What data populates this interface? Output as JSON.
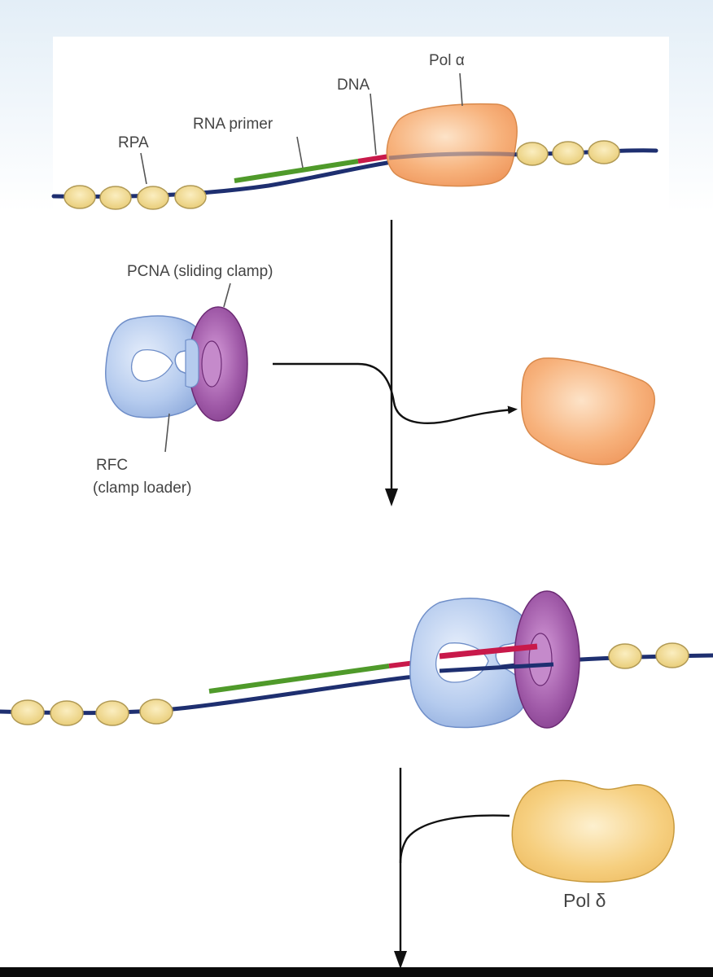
{
  "labels": {
    "rpa": "RPA",
    "rna_primer": "RNA primer",
    "dna": "DNA",
    "pol_alpha": "Pol α",
    "pcna": "PCNA (sliding clamp)",
    "rfc_line1": "RFC",
    "rfc_line2": "(clamp loader)",
    "pol_delta": "Pol δ"
  },
  "colors": {
    "dna_strand": "#1e2f70",
    "rna_primer": "#4f9a2a",
    "dna_segment": "#c8194a",
    "pol_alpha": "#f4a36a",
    "pol_delta": "#f2c46c",
    "rfc": "#a9c2ea",
    "pcna": "#9a4ea3",
    "rpa": "#efd88a"
  }
}
